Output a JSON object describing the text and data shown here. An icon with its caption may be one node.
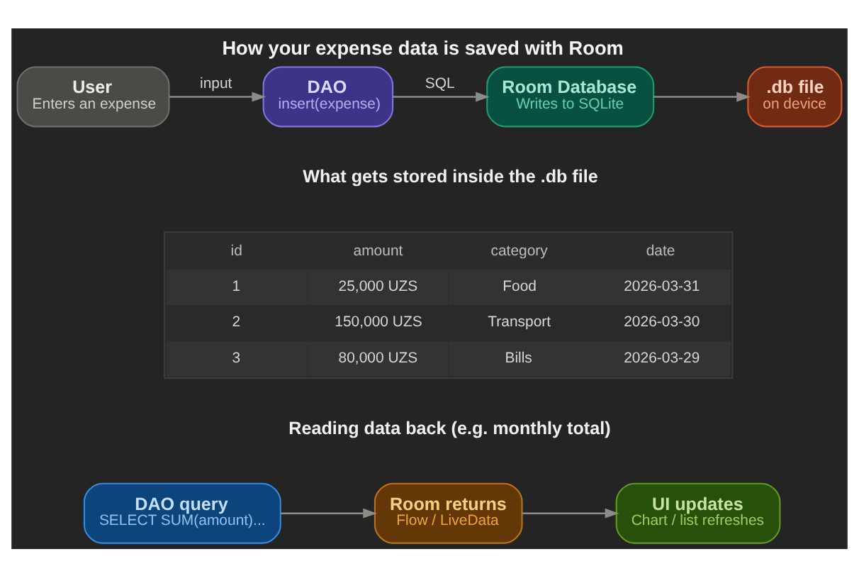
{
  "diagram": {
    "title": "How your expense data is saved with Room",
    "nodes": [
      {
        "text": [
          "User",
          "Enters an expense"
        ]
      },
      {
        "text": [
          "DAO",
          "insert(expense)"
        ]
      },
      {
        "text": [
          "Room Database",
          "Writes to SQLite"
        ]
      },
      {
        "text": [
          ".db file",
          "on device"
        ]
      },
      {
        "text": [
          "DAO query",
          "SELECT SUM(amount)..."
        ]
      },
      {
        "text": [
          "Room returns",
          "Flow / LiveData"
        ]
      },
      {
        "text": [
          "UI updates",
          "Chart / list refreshes"
        ]
      }
    ],
    "edges": [
      {
        "from": 0,
        "to": 1,
        "arrow": "to",
        "label": "input"
      },
      {
        "from": 1,
        "to": 2,
        "arrow": "to",
        "label": "SQL"
      },
      {
        "from": 2,
        "to": 3,
        "arrow": "to"
      },
      {
        "from": 4,
        "to": 5,
        "arrow": "to"
      },
      {
        "from": 5,
        "to": 6,
        "arrow": "to"
      }
    ],
    "labels": [
      "What gets stored inside the .db file",
      "id",
      "amount",
      "category",
      "date",
      "1",
      "25,000 UZS",
      "Food",
      "2026-03-31",
      "2",
      "150,000 UZS",
      "Transport",
      "2026-03-30",
      "3",
      "80,000 UZS",
      "Bills",
      "2026-03-29",
      "Reading data back (e.g. monthly total)"
    ]
  }
}
